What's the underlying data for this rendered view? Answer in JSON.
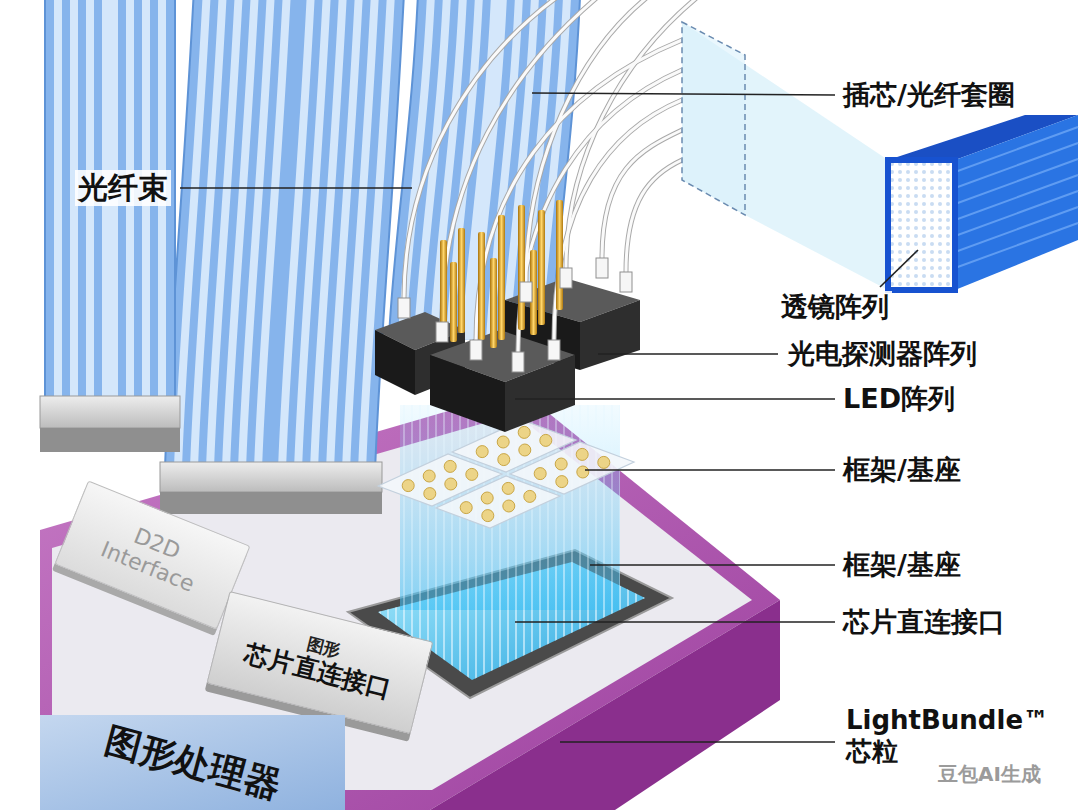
{
  "diagram": {
    "nodes": [
      {
        "text": [
          "D2D Interface"
        ]
      },
      {
        "text": [
          "图形",
          "芯片直连接口"
        ]
      },
      {
        "text": [
          "图形处理器"
        ]
      }
    ],
    "labels": [
      "光纤束",
      "插芯/光纤套圈",
      "透镜阵列",
      "光电探测器阵列",
      "LED阵列",
      "框架/基座",
      "框架/基座",
      "芯片直连接口",
      "LightBundle™ 芯粒",
      "豆包AI生成"
    ]
  }
}
